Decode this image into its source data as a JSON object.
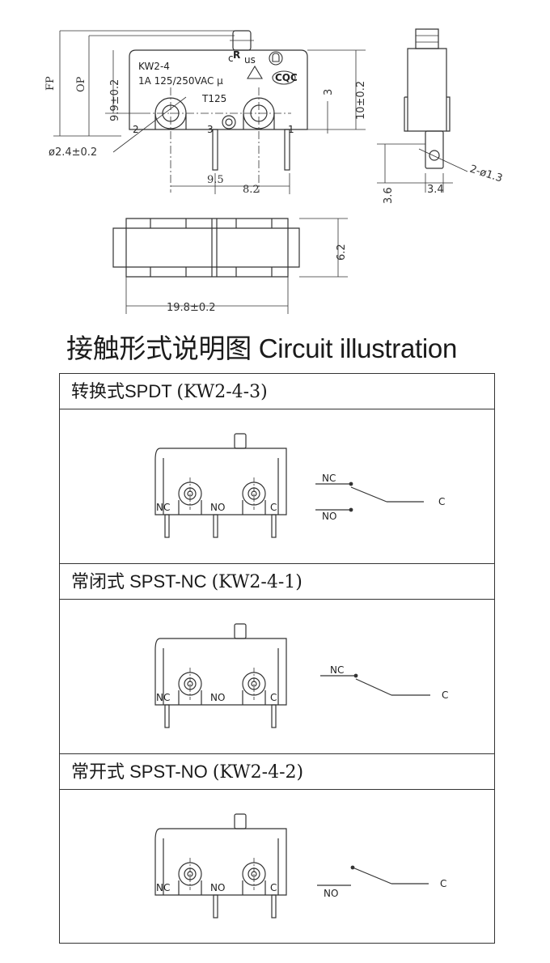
{
  "drawing": {
    "model": "KW2-4",
    "rating": "1A 125/250VAC μ",
    "temp": "T125",
    "ul_mark": "R",
    "us_mark": "us",
    "c_mark": "c",
    "cqc_mark": "CQC",
    "terminals": [
      "2",
      "3",
      "1"
    ],
    "dims": {
      "fp": "FP",
      "op": "OP",
      "h_op": "9.9±0.2",
      "h_right": "10±0.2",
      "three": "3",
      "hole": "ø2.4±0.2",
      "w95": "9.5",
      "w82": "8.2",
      "side_hole": "2-ø1.3",
      "side_h": "3.6",
      "side_w": "3.4",
      "bottom_h": "6.2",
      "bottom_w": "19.8±0.2"
    }
  },
  "section_title": "接触形式说明图 Circuit illustration",
  "rows": [
    {
      "title_cn": "转换式SPDT ",
      "title_code": "(KW2-4-3)",
      "labels": {
        "nc": "NC",
        "no": "NO",
        "c": "C"
      },
      "circuit": {
        "nc": "NC",
        "no": "NO",
        "c": "C"
      }
    },
    {
      "title_cn": "常闭式 SPST-NC ",
      "title_code": "(KW2-4-1)",
      "labels": {
        "nc": "NC",
        "no": "NO",
        "c": "C"
      },
      "circuit": {
        "nc": "NC",
        "c": "C"
      }
    },
    {
      "title_cn": "常开式 SPST-NO ",
      "title_code": "(KW2-4-2)",
      "labels": {
        "nc": "NC",
        "no": "NO",
        "c": "C"
      },
      "circuit": {
        "no": "NO",
        "c": "C"
      }
    }
  ]
}
